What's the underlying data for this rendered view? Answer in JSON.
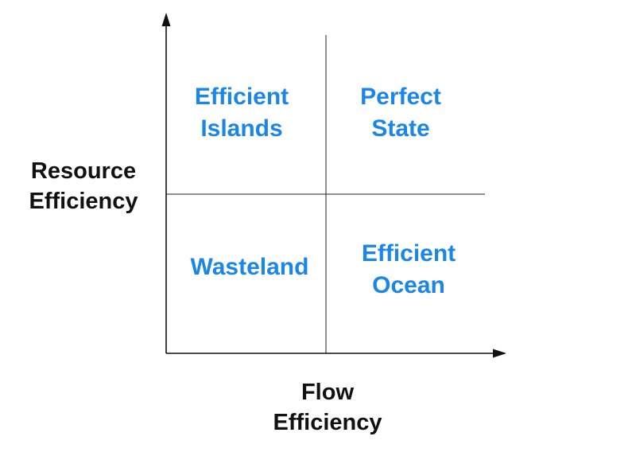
{
  "colors": {
    "quadrant_text": "#1a86e8",
    "axis_text": "#111111",
    "lines": "#111111"
  },
  "axes": {
    "y_label": [
      "Resource",
      "Efficiency"
    ],
    "x_label": [
      "Flow",
      "Efficiency"
    ]
  },
  "quadrants": {
    "top_left": [
      "Efficient",
      "Islands"
    ],
    "top_right": [
      "Perfect",
      "State"
    ],
    "bottom_left": [
      "Wasteland"
    ],
    "bottom_right": [
      "Efficient",
      "Ocean"
    ]
  }
}
